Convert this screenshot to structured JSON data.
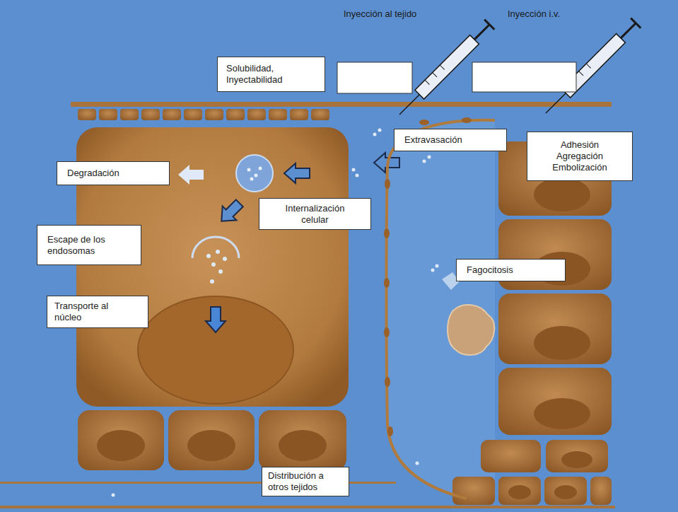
{
  "diagram": {
    "nodes": [
      {
        "text": [
          "Solubilidad, Inyectabilidad"
        ]
      },
      {
        "text": [
          "Extravasación"
        ]
      },
      {
        "text": [
          "Adhesión Agregación Embolización"
        ]
      },
      {
        "text": [
          "Degradación"
        ]
      },
      {
        "text": [
          "Internalización celular"
        ]
      },
      {
        "text": [
          "Escape de los endosomas"
        ]
      },
      {
        "text": [
          "Fagocitosis"
        ]
      },
      {
        "text": [
          "Transporte al núcleo"
        ]
      },
      {
        "text": [
          "Distribución a otros tejidos"
        ]
      }
    ],
    "labels": [
      "Inyección al tejido",
      "Inyección i.v."
    ]
  }
}
